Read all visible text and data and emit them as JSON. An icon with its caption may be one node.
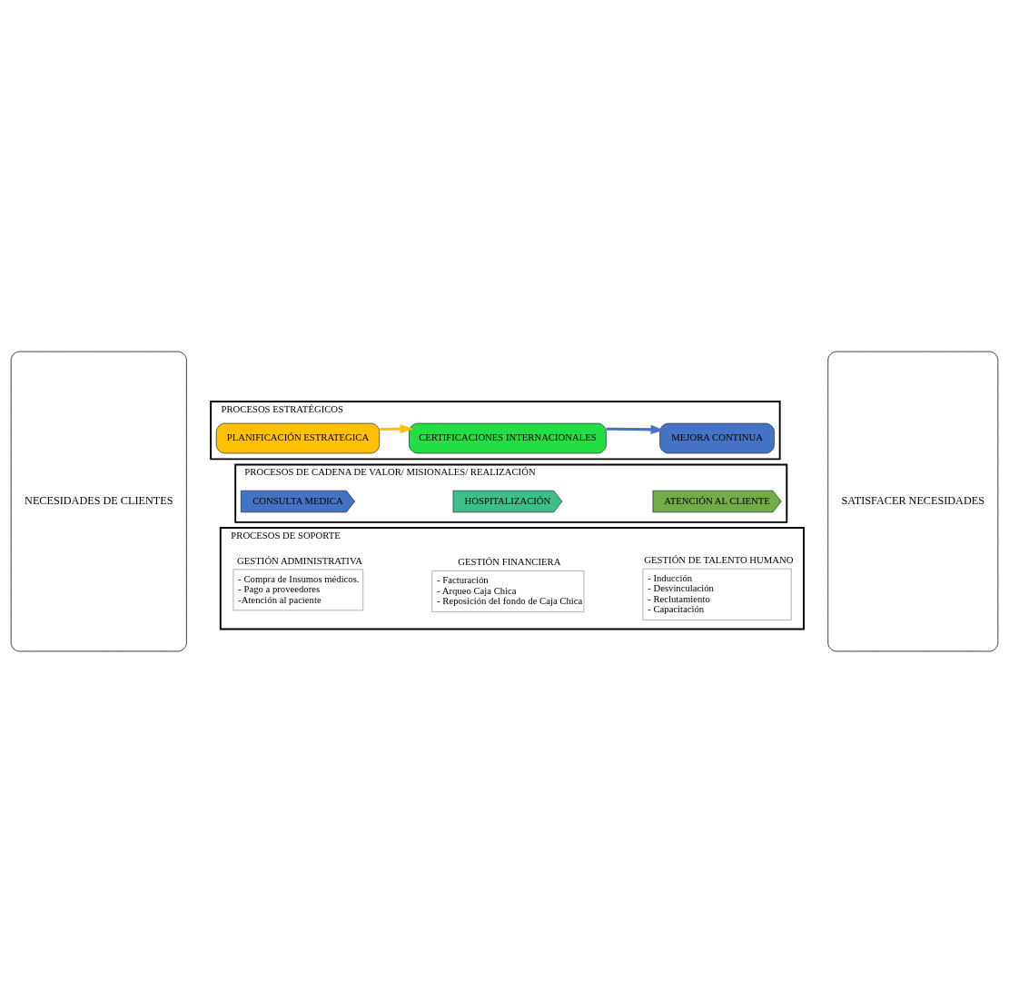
{
  "diagram": {
    "nodes": [
      {
        "text": [
          "NECESIDADES DE CLIENTES"
        ]
      },
      {
        "text": [
          "PROCESOS ESTRATÉGICOS"
        ]
      },
      {
        "text": [
          "PLANIFICACIÓN ESTRATEGICA"
        ],
        "in": 1
      },
      {
        "text": [
          "CERTIFICACIONES INTERNACIONALES"
        ],
        "in": 1
      },
      {
        "text": [
          "MEJORA CONTINUA"
        ],
        "in": 1
      },
      {
        "text": [
          "PROCESOS DE CADENA DE VALOR/ MISIONALES/ REALIZACIÓN"
        ]
      },
      {
        "text": [
          "CONSULTA MEDICA"
        ],
        "in": 5
      },
      {
        "text": [
          "HOSPITALIZACIÓN"
        ],
        "in": 5
      },
      {
        "text": [
          "ATENCIÓN AL CLIENTE"
        ],
        "in": 5
      },
      {
        "text": [
          "PROCESOS DE SOPORTE"
        ]
      },
      {
        "text": [
          "GESTIÓN ADMINISTRATIVA",
          "- Compra de Insumos médicos.",
          "- Pago a proveedores",
          "-Atención al paciente"
        ],
        "in": 9
      },
      {
        "text": [
          "GESTIÓN FINANCIERA",
          "- Facturación",
          "- Arqueo Caja Chica",
          "- Reposición del fondo de Caja Chica"
        ],
        "in": 9
      },
      {
        "text": [
          "GESTIÓN DE TALENTO HUMANO",
          "- Inducción",
          "- Desvinculación",
          "- Reclutamiento",
          "- Capacitación"
        ],
        "in": 9
      },
      {
        "text": [
          "SATISFACER NECESIDADES"
        ]
      }
    ],
    "edges": [
      {
        "from": 2,
        "to": 3,
        "arrow": "to",
        "color": "#ffc000"
      },
      {
        "from": 3,
        "to": 4,
        "arrow": "to",
        "color": "#4472c4"
      }
    ]
  }
}
